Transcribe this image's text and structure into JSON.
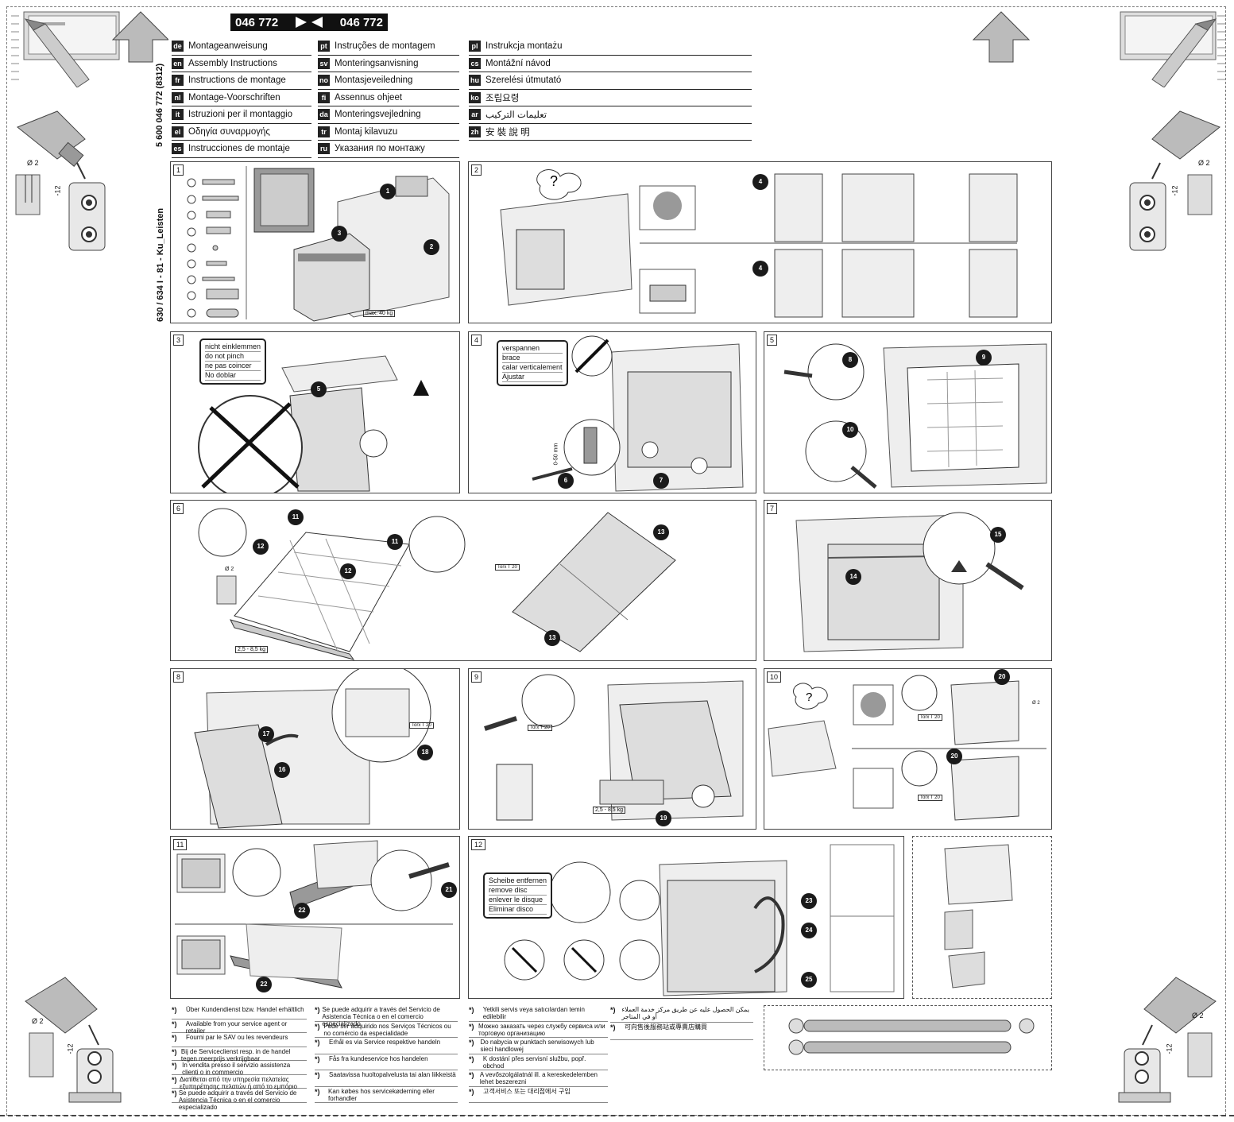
{
  "header": {
    "code_left": "046 772",
    "code_right": "046 772",
    "vertical_code": "5 600 046 772 (8312)",
    "vertical_model": "630 / 634 I - 81 - Ku_Leisten"
  },
  "languages_col1": [
    {
      "code": "de",
      "label": "Montageanweisung"
    },
    {
      "code": "en",
      "label": "Assembly Instructions"
    },
    {
      "code": "fr",
      "label": "Instructions de montage"
    },
    {
      "code": "nl",
      "label": "Montage-Voorschriften"
    },
    {
      "code": "it",
      "label": "Istruzioni per il montaggio"
    },
    {
      "code": "el",
      "label": "Οδηγία συναρμογής"
    },
    {
      "code": "es",
      "label": "Instrucciones de montaje"
    }
  ],
  "languages_col2": [
    {
      "code": "pt",
      "label": "Instruções de montagem"
    },
    {
      "code": "sv",
      "label": "Monteringsanvisning"
    },
    {
      "code": "no",
      "label": "Montasjeveiledning"
    },
    {
      "code": "fi",
      "label": "Assennus ohjeet"
    },
    {
      "code": "da",
      "label": "Monteringsvejledning"
    },
    {
      "code": "tr",
      "label": "Montaj kilavuzu"
    },
    {
      "code": "ru",
      "label": "Указания по монтажу"
    }
  ],
  "languages_col3": [
    {
      "code": "pl",
      "label": "Instrukcja montażu"
    },
    {
      "code": "cs",
      "label": "Montážní návod"
    },
    {
      "code": "hu",
      "label": "Szerelési útmutató"
    },
    {
      "code": "ko",
      "label": "조립요령"
    },
    {
      "code": "ar",
      "label": "تعليمات التركيب"
    },
    {
      "code": "zh",
      "label": "安 裝 說 明"
    }
  ],
  "panels": {
    "p1": {
      "num": "1",
      "weight": "max. 40 kg"
    },
    "p2": {
      "num": "2"
    },
    "p3": {
      "num": "3",
      "callout": [
        "nicht einklemmen",
        "do not pinch",
        "ne pas coincer",
        "No doblar"
      ]
    },
    "p4": {
      "num": "4",
      "callout": [
        "verspannen",
        "brace",
        "calar verticalement",
        "Ajustar"
      ],
      "dim": "0-50 mm"
    },
    "p5": {
      "num": "5"
    },
    "p6": {
      "num": "6",
      "weight": "2,5 - 8,5 kg",
      "tool": "Torx T 20",
      "drill": "Ø 2"
    },
    "p7": {
      "num": "7"
    },
    "p8": {
      "num": "8",
      "tool": "Torx T 20"
    },
    "p9": {
      "num": "9",
      "weight": "2,5 - 8,5 kg",
      "tool": "Torx T 20"
    },
    "p10": {
      "num": "10",
      "tool": "Torx T 20",
      "drill": "Ø 2"
    },
    "p11": {
      "num": "11"
    },
    "p12": {
      "num": "12",
      "callout": [
        "Scheibe entfernen",
        "remove disc",
        "enlever le disque",
        "Eliminar disco"
      ]
    }
  },
  "corner": {
    "drill": "Ø 2",
    "depth": "-12"
  },
  "notes_col1": [
    "Über Kundendienst bzw. Handel erhältlich",
    "Available from your service agent or retailer",
    "Fourni par le SAV ou les revendeurs",
    "Bij de Serviceclienst resp. in de handel tegen meerprijs verkrijgbaar",
    "In vendita presso il servizio assistenza clienti o in commercio",
    "Διατίθεται από την υπηρεσία πελατείας εξυπηρέτησης πελατών ή από το εμπόριο",
    "Se puede adquirir a través del Servicio de Asistencia Técnica o en el comercio especializado"
  ],
  "notes_col2": [
    "Se puede adquirir a través del Servicio de Asistencia Técnica o en el comercio especializado",
    "Pode ser adquirido nos Serviços Técnicos ou no comércio da especialidade",
    "Erhål es via Service respektive handeln",
    "Fås fra kundeservice hos handelen",
    "Saatavissa huoltopalvelusta tai alan liikkeistä",
    "Kan købes hos servicekøderning eller forhandler"
  ],
  "notes_col3": [
    "Yetkili servis veya satıcılardan temin edilebilir",
    "Можно заказать через службу сервиса или торговую организацию",
    "Do nabycia w punktach serwisowych lub sieci handlowej",
    "K dostání přes servisní službu, popř. obchod",
    "A vevőszolgálatnál ill. a kereskedelemben lehet beszerezni",
    "고객서비스 또는 대리점에서 구입"
  ],
  "notes_col4": [
    "يمكن الحصول عليه عن طريق مركز خدمة العملاء أو في المتاجر",
    "可向售後服務站或專賣店購買"
  ]
}
